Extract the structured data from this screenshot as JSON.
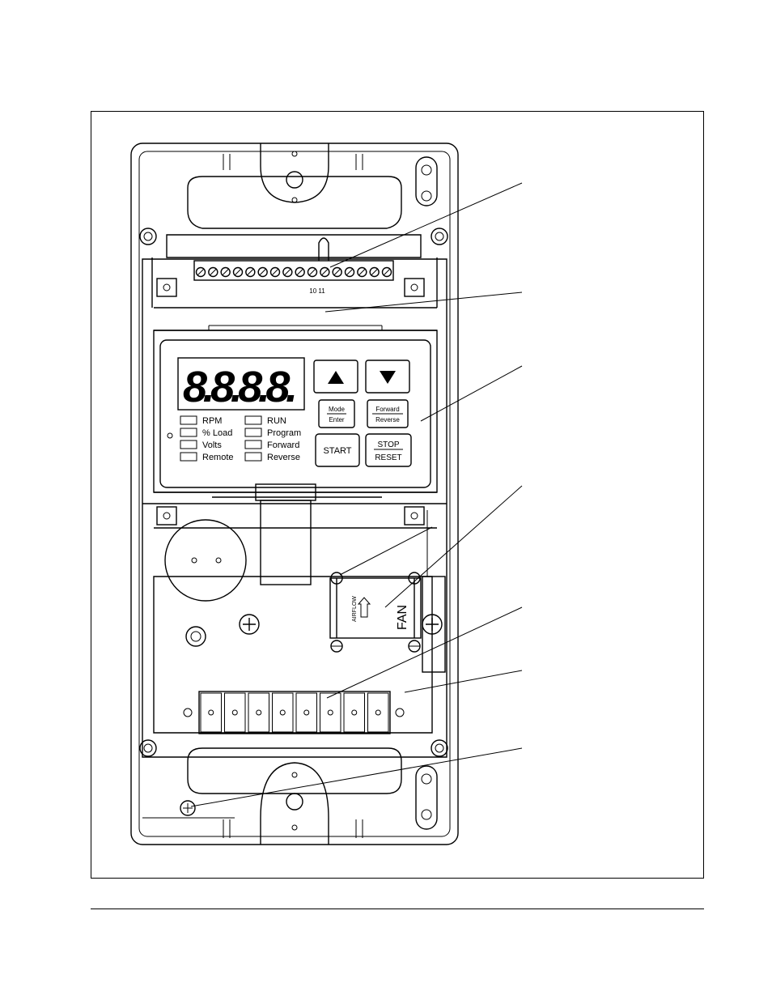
{
  "colors": {
    "ink": "#000000",
    "paper": "#ffffff"
  },
  "keypad": {
    "display": "8.8.8.8.",
    "up_arrow_icon": "up-triangle-icon",
    "down_arrow_icon": "down-triangle-icon",
    "mode_enter": {
      "top": "Mode",
      "bottom": "Enter"
    },
    "forward_reverse": {
      "top": "Forward",
      "bottom": "Reverse"
    },
    "start": "START",
    "stop_reset": {
      "top": "STOP",
      "bottom": "RESET"
    },
    "indicators_left": [
      "RPM",
      "% Load",
      "Volts",
      "Remote"
    ],
    "indicators_right": [
      "RUN",
      "Program",
      "Forward",
      "Reverse"
    ]
  },
  "terminal_strip": {
    "label": "10 11",
    "screw_count": 16
  },
  "power_terminals": {
    "count": 8
  },
  "fan": {
    "label": "FAN",
    "airflow_label": "AIRFLOW"
  }
}
